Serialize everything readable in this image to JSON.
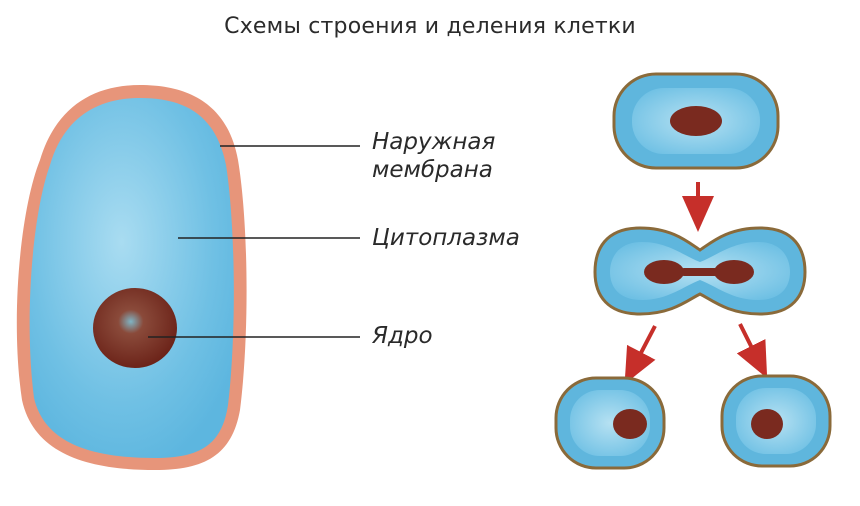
{
  "title": "Схемы строения и деления клетки",
  "labels": {
    "membrane_line1": "Наружная",
    "membrane_line2": "мембрана",
    "cytoplasm": "Цитоплазма",
    "nucleus": "Ядро"
  },
  "colors": {
    "membrane": "#e7957a",
    "cytoplasm": "#7fc8e6",
    "cytoplasm_light": "#b9e2f2",
    "nucleus": "#7a2a1f",
    "division_border": "#8a6a3a",
    "arrow": "#c62f2a"
  }
}
